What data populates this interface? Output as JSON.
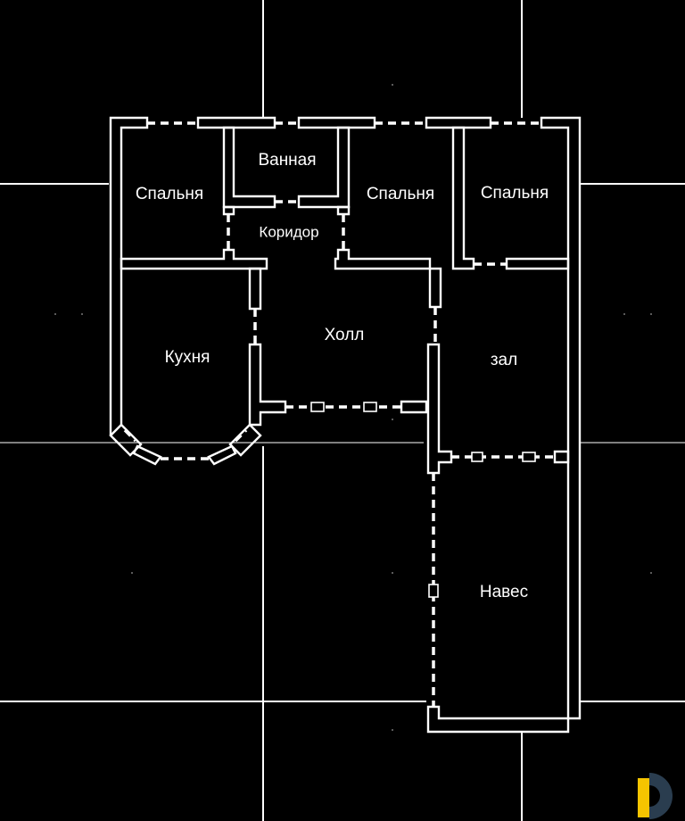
{
  "rooms": {
    "bedroom_1": "Спальня",
    "bathroom": "Ванная",
    "bedroom_2": "Спальня",
    "bedroom_3": "Спальня",
    "corridor": "Коридор",
    "kitchen": "Кухня",
    "hall": "Холл",
    "living_room": "зал",
    "canopy": "Навес"
  },
  "colors": {
    "background": "#000000",
    "lines": "#ffffff",
    "logo_yellow": "#f5c400",
    "logo_dark": "#2a3d4f"
  },
  "logo": {
    "icon": "d-logo-icon"
  }
}
